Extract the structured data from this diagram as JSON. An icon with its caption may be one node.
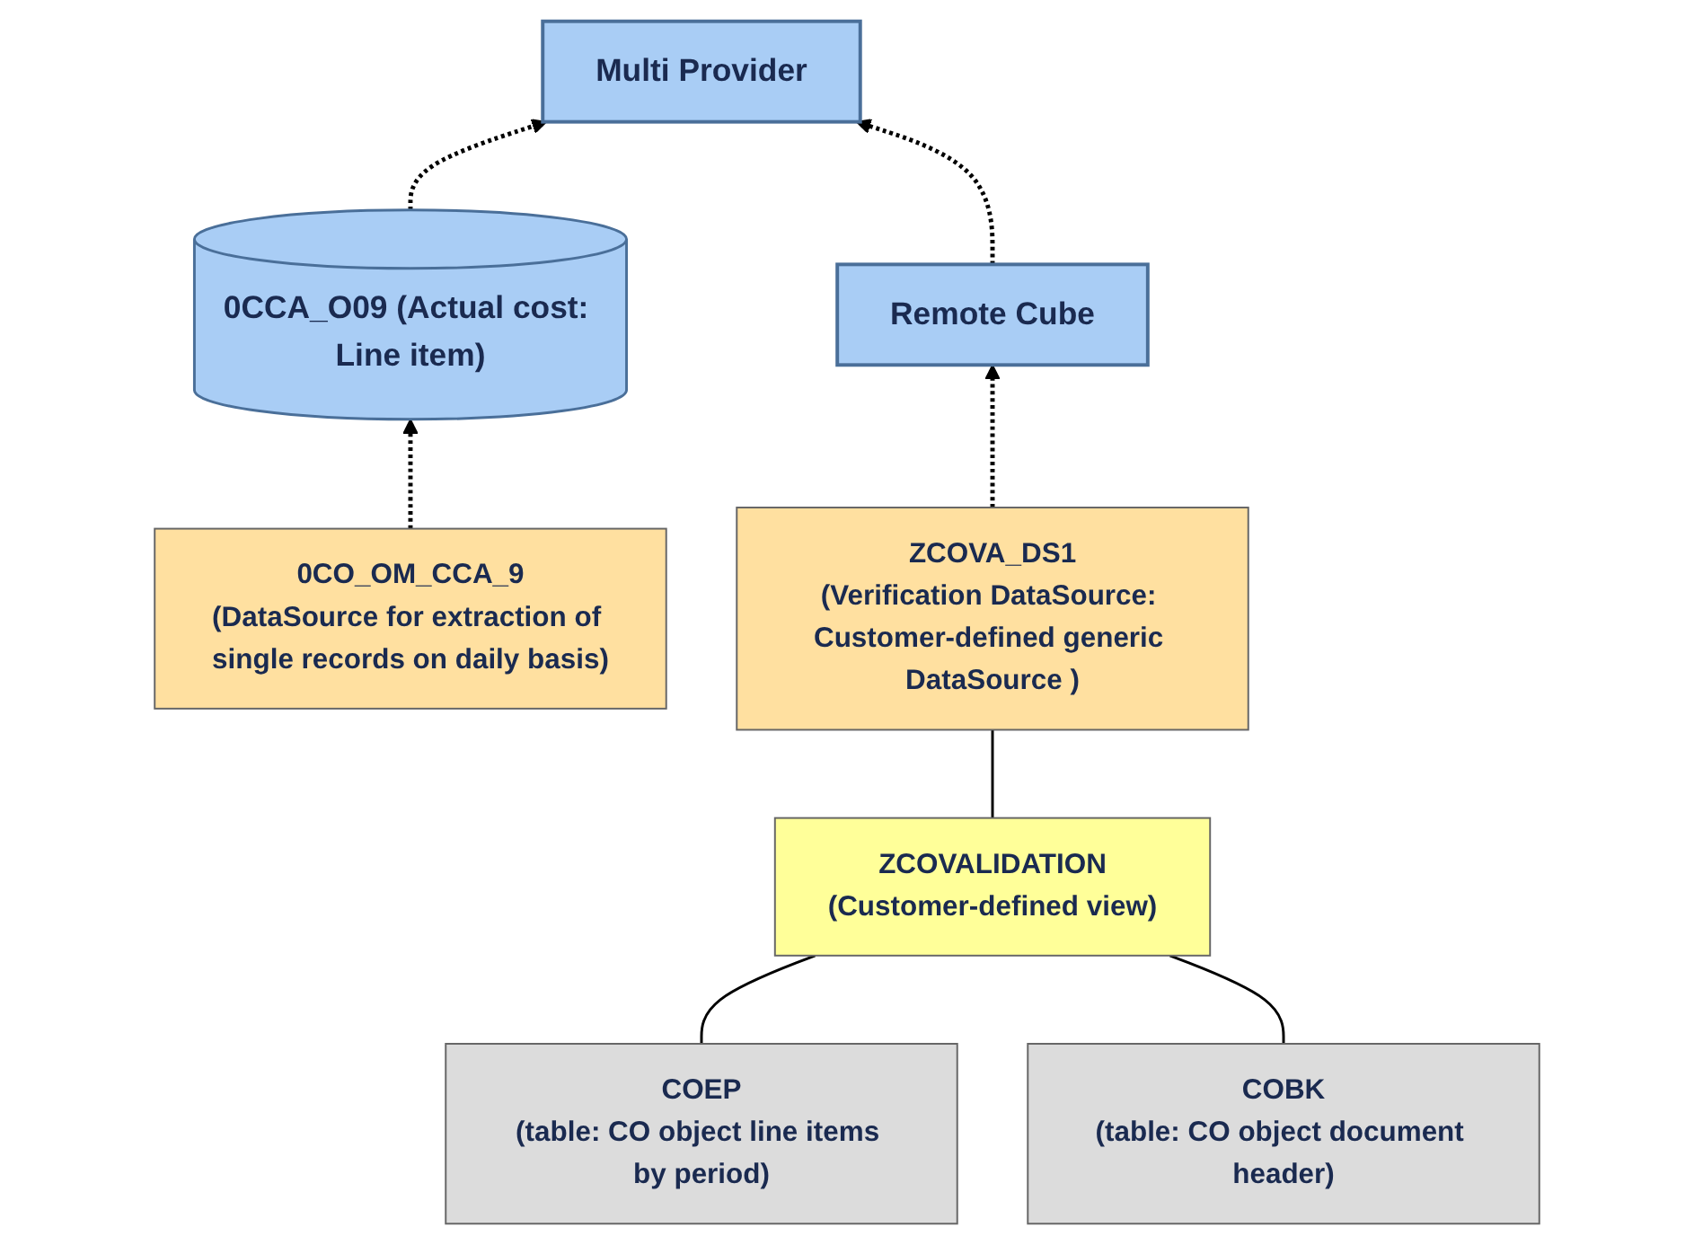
{
  "diagram": {
    "nodes": [
      {
        "text": [
          "Multi Provider"
        ]
      },
      {
        "text": [
          "0CCA_O09 (Actual cost: Line item)"
        ]
      },
      {
        "text": [
          "Remote Cube"
        ]
      },
      {
        "text": [
          "0CO_OM_CCA_9",
          "(DataSource for extraction of single records on daily basis)"
        ]
      },
      {
        "text": [
          "ZCOVA_DS1",
          "(Verification DataSource: Customer-defined generic DataSource )"
        ]
      },
      {
        "text": [
          "ZCOVALIDATION",
          "(Customer-defined view)"
        ]
      },
      {
        "text": [
          "COEP",
          "(table: CO object line items by period)"
        ]
      },
      {
        "text": [
          "COBK",
          "(table: CO object document header)"
        ]
      }
    ],
    "edges": [
      {
        "from": 1,
        "to": 0,
        "arrow": "to",
        "style": "dashed"
      },
      {
        "from": 2,
        "to": 0,
        "arrow": "to",
        "style": "dashed"
      },
      {
        "from": 3,
        "to": 1,
        "arrow": "to",
        "style": "dashed"
      },
      {
        "from": 4,
        "to": 2,
        "arrow": "to",
        "style": "dashed"
      },
      {
        "from": 5,
        "to": 4,
        "arrow": "none"
      },
      {
        "from": 6,
        "to": 5,
        "arrow": "none"
      },
      {
        "from": 7,
        "to": 5,
        "arrow": "none"
      }
    ]
  }
}
